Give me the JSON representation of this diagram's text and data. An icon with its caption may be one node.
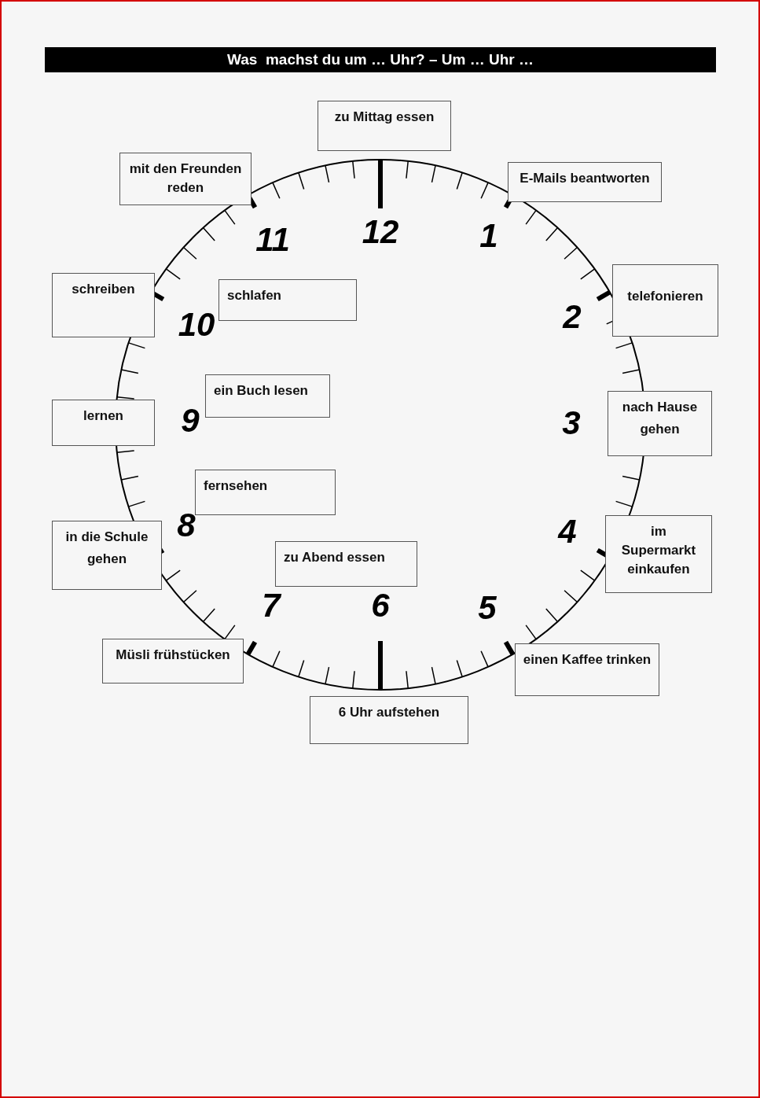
{
  "diagram": {
    "title": "Was  machst du um … Uhr? – Um … Uhr …",
    "nodes": [
      {
        "text": [
          "zu Mittag essen"
        ]
      },
      {
        "text": [
          "mit den Freunden reden"
        ]
      },
      {
        "text": [
          "E-Mails beantworten"
        ]
      },
      {
        "text": [
          "schreiben"
        ]
      },
      {
        "text": [
          "schlafen"
        ]
      },
      {
        "text": [
          "telefonieren"
        ]
      },
      {
        "text": [
          "ein Buch lesen"
        ]
      },
      {
        "text": [
          "lernen"
        ]
      },
      {
        "text": [
          "nach Hause gehen"
        ]
      },
      {
        "text": [
          "fernsehen"
        ]
      },
      {
        "text": [
          "in die Schule gehen"
        ]
      },
      {
        "text": [
          "zu Abend essen"
        ]
      },
      {
        "text": [
          "im Supermarkt einkaufen"
        ]
      },
      {
        "text": [
          "Müsli frühstücken"
        ]
      },
      {
        "text": [
          "einen Kaffee trinken"
        ]
      },
      {
        "text": [
          "6 Uhr aufstehen"
        ]
      }
    ],
    "labels": [
      "12",
      "1",
      "2",
      "3",
      "4",
      "5",
      "6",
      "7",
      "8",
      "9",
      "10",
      "11"
    ]
  }
}
